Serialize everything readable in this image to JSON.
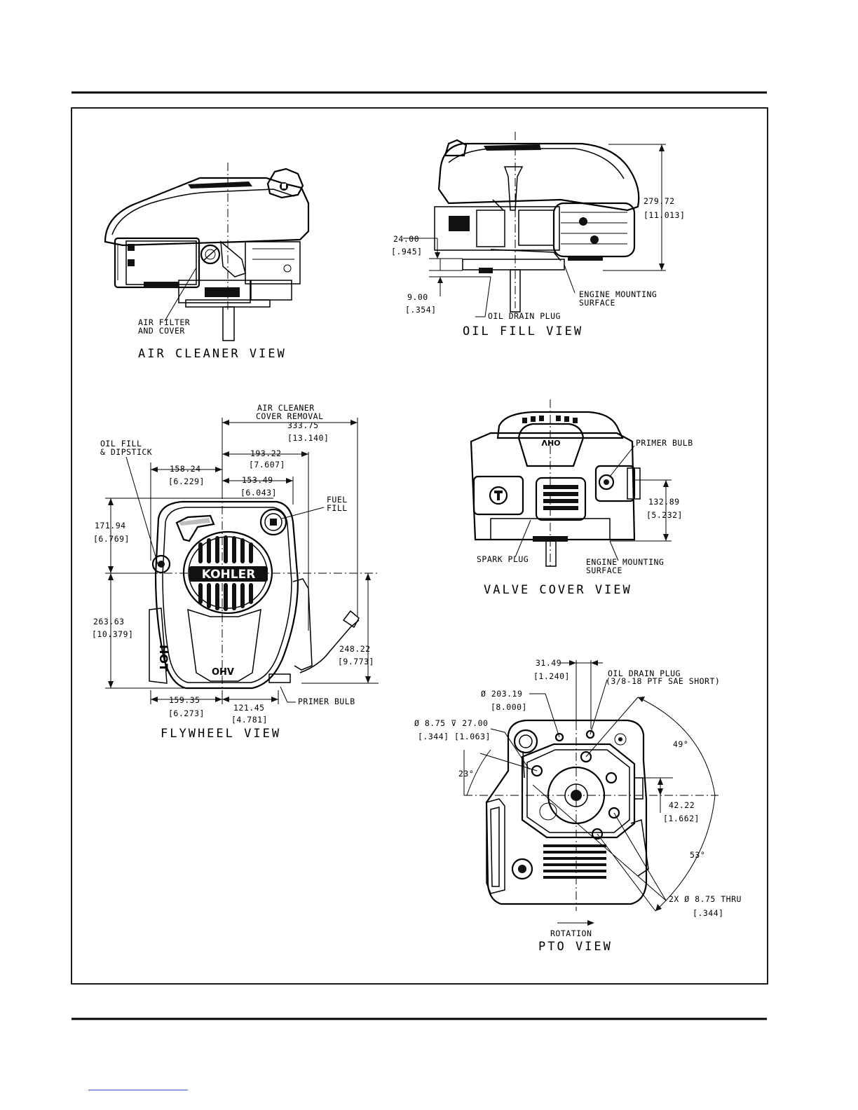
{
  "views": {
    "air_cleaner": {
      "title": "AIR CLEANER VIEW",
      "callouts": {
        "air_filter_1": "AIR FILTER",
        "air_filter_2": "AND COVER"
      }
    },
    "oil_fill": {
      "title": "OIL FILL VIEW",
      "dims": {
        "height_mm": "279.72",
        "height_in": "[11.013]",
        "d24_mm": "24.00",
        "d24_in": "[.945]",
        "d9_mm": "9.00",
        "d9_in": "[.354]"
      },
      "callouts": {
        "mount_1": "ENGINE MOUNTING",
        "mount_2": "SURFACE",
        "drain": "OIL DRAIN PLUG"
      }
    },
    "flywheel": {
      "title": "FLYWHEEL VIEW",
      "dims": {
        "acr_1": "AIR CLEANER",
        "acr_2": "COVER REMOVAL",
        "d333_mm": "333.75",
        "d333_in": "[13.140]",
        "d193_mm": "193.22",
        "d193_in": "[7.607]",
        "d158_mm": "158.24",
        "d158_in": "[6.229]",
        "d153_mm": "153.49",
        "d153_in": "[6.043]",
        "d171_mm": "171.94",
        "d171_in": "[6.769]",
        "d263_mm": "263.63",
        "d263_in": "[10.379]",
        "d248_mm": "248.22",
        "d248_in": "[9.773]",
        "d159_mm": "159.35",
        "d159_in": "[6.273]",
        "d121_mm": "121.45",
        "d121_in": "[4.781]"
      },
      "callouts": {
        "oil_fill_1": "OIL FILL",
        "oil_fill_2": "& DIPSTICK",
        "fuel_1": "FUEL",
        "fuel_2": "FILL",
        "primer": "PRIMER BULB"
      },
      "brand": "KOHLER",
      "ohv": "OHV",
      "hot": "HOT"
    },
    "valve_cover": {
      "title": "VALVE COVER VIEW",
      "dims": {
        "d132_mm": "132.89",
        "d132_in": "[5.232]"
      },
      "callouts": {
        "primer": "PRIMER BULB",
        "spark": "SPARK PLUG",
        "mount_1": "ENGINE MOUNTING",
        "mount_2": "SURFACE"
      },
      "ohv": "OHV"
    },
    "pto": {
      "title": "PTO VIEW",
      "rotation": "ROTATION",
      "dims": {
        "d31_mm": "31.49",
        "d31_in": "[1.240]",
        "d203_mm": "Ø 203.19",
        "d203_in": "[8.000]",
        "hole_mm": "Ø 8.75 ⊽ 27.00",
        "hole_in": "[.344] [1.063]",
        "ang23": "23°",
        "ang49": "49°",
        "ang53": "53°",
        "d42_mm": "42.22",
        "d42_in": "[1.662]",
        "thru_mm": "2X Ø 8.75 THRU",
        "thru_in": "[.344]"
      },
      "callouts": {
        "drain_1": "OIL DRAIN PLUG",
        "drain_2": "(3/8-18 PTF SAE SHORT)"
      }
    }
  }
}
